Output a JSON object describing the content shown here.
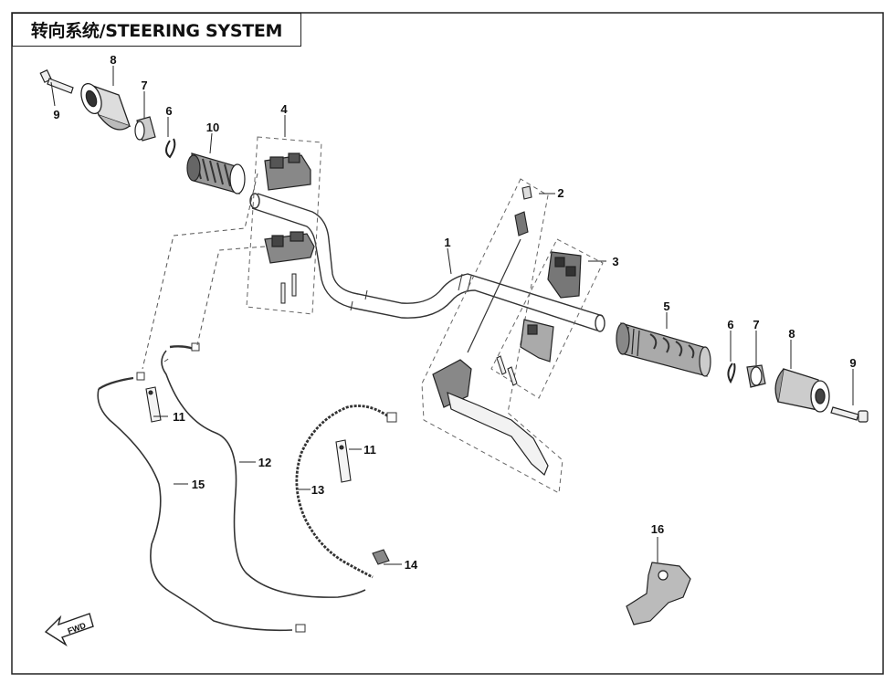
{
  "title": "转向系统/STEERING SYSTEM",
  "callouts": {
    "c1": "1",
    "c2": "2",
    "c3": "3",
    "c4": "4",
    "c5": "5",
    "c6a": "6",
    "c6b": "6",
    "c7a": "7",
    "c7b": "7",
    "c8a": "8",
    "c8b": "8",
    "c9a": "9",
    "c9b": "9",
    "c10": "10",
    "c11a": "11",
    "c11b": "11",
    "c12": "12",
    "c13": "13",
    "c14": "14",
    "c15": "15",
    "c16": "16"
  },
  "fwd": "FWD"
}
